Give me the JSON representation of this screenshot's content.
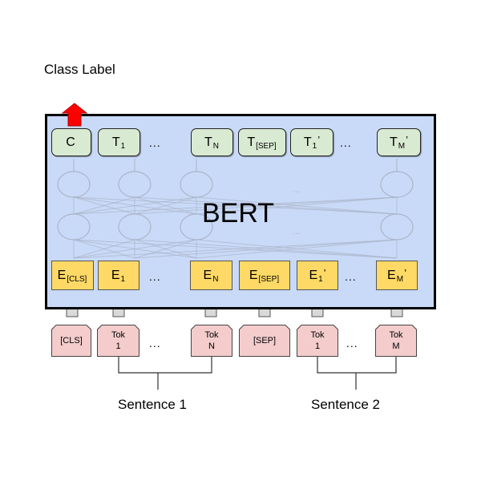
{
  "figure": {
    "title": "BERT",
    "output_label": "Class Label",
    "colors": {
      "bert_fill": "#c9daf8",
      "output_box_fill": "#d9ead3",
      "embedding_fill": "#ffd966",
      "token_fill": "#f4cccc",
      "class_arrow": "#ff0000",
      "input_arrow": "#d9d9d9"
    },
    "outputs": [
      {
        "symbol": "C",
        "sub": "",
        "prime": ""
      },
      {
        "symbol": "T",
        "sub": "1",
        "prime": ""
      },
      {
        "symbol": "T",
        "sub": "N",
        "prime": ""
      },
      {
        "symbol": "T",
        "sub": "[SEP]",
        "prime": ""
      },
      {
        "symbol": "T",
        "sub": "1",
        "prime": "’"
      },
      {
        "symbol": "T",
        "sub": "M",
        "prime": "’"
      }
    ],
    "embeddings": [
      {
        "symbol": "E",
        "sub": "[CLS]",
        "prime": ""
      },
      {
        "symbol": "E",
        "sub": "1",
        "prime": ""
      },
      {
        "symbol": "E",
        "sub": "N",
        "prime": ""
      },
      {
        "symbol": "E",
        "sub": "[SEP]",
        "prime": ""
      },
      {
        "symbol": "E",
        "sub": "1",
        "prime": "’"
      },
      {
        "symbol": "E",
        "sub": "M",
        "prime": "’"
      }
    ],
    "tokens": [
      {
        "label": "[CLS]"
      },
      {
        "label": "Tok\n1"
      },
      {
        "label": "Tok\nN"
      },
      {
        "label": "[SEP]"
      },
      {
        "label": "Tok\n1"
      },
      {
        "label": "Tok\nM"
      }
    ],
    "ellipsis": "...",
    "sentences": [
      "Sentence 1",
      "Sentence 2"
    ]
  }
}
